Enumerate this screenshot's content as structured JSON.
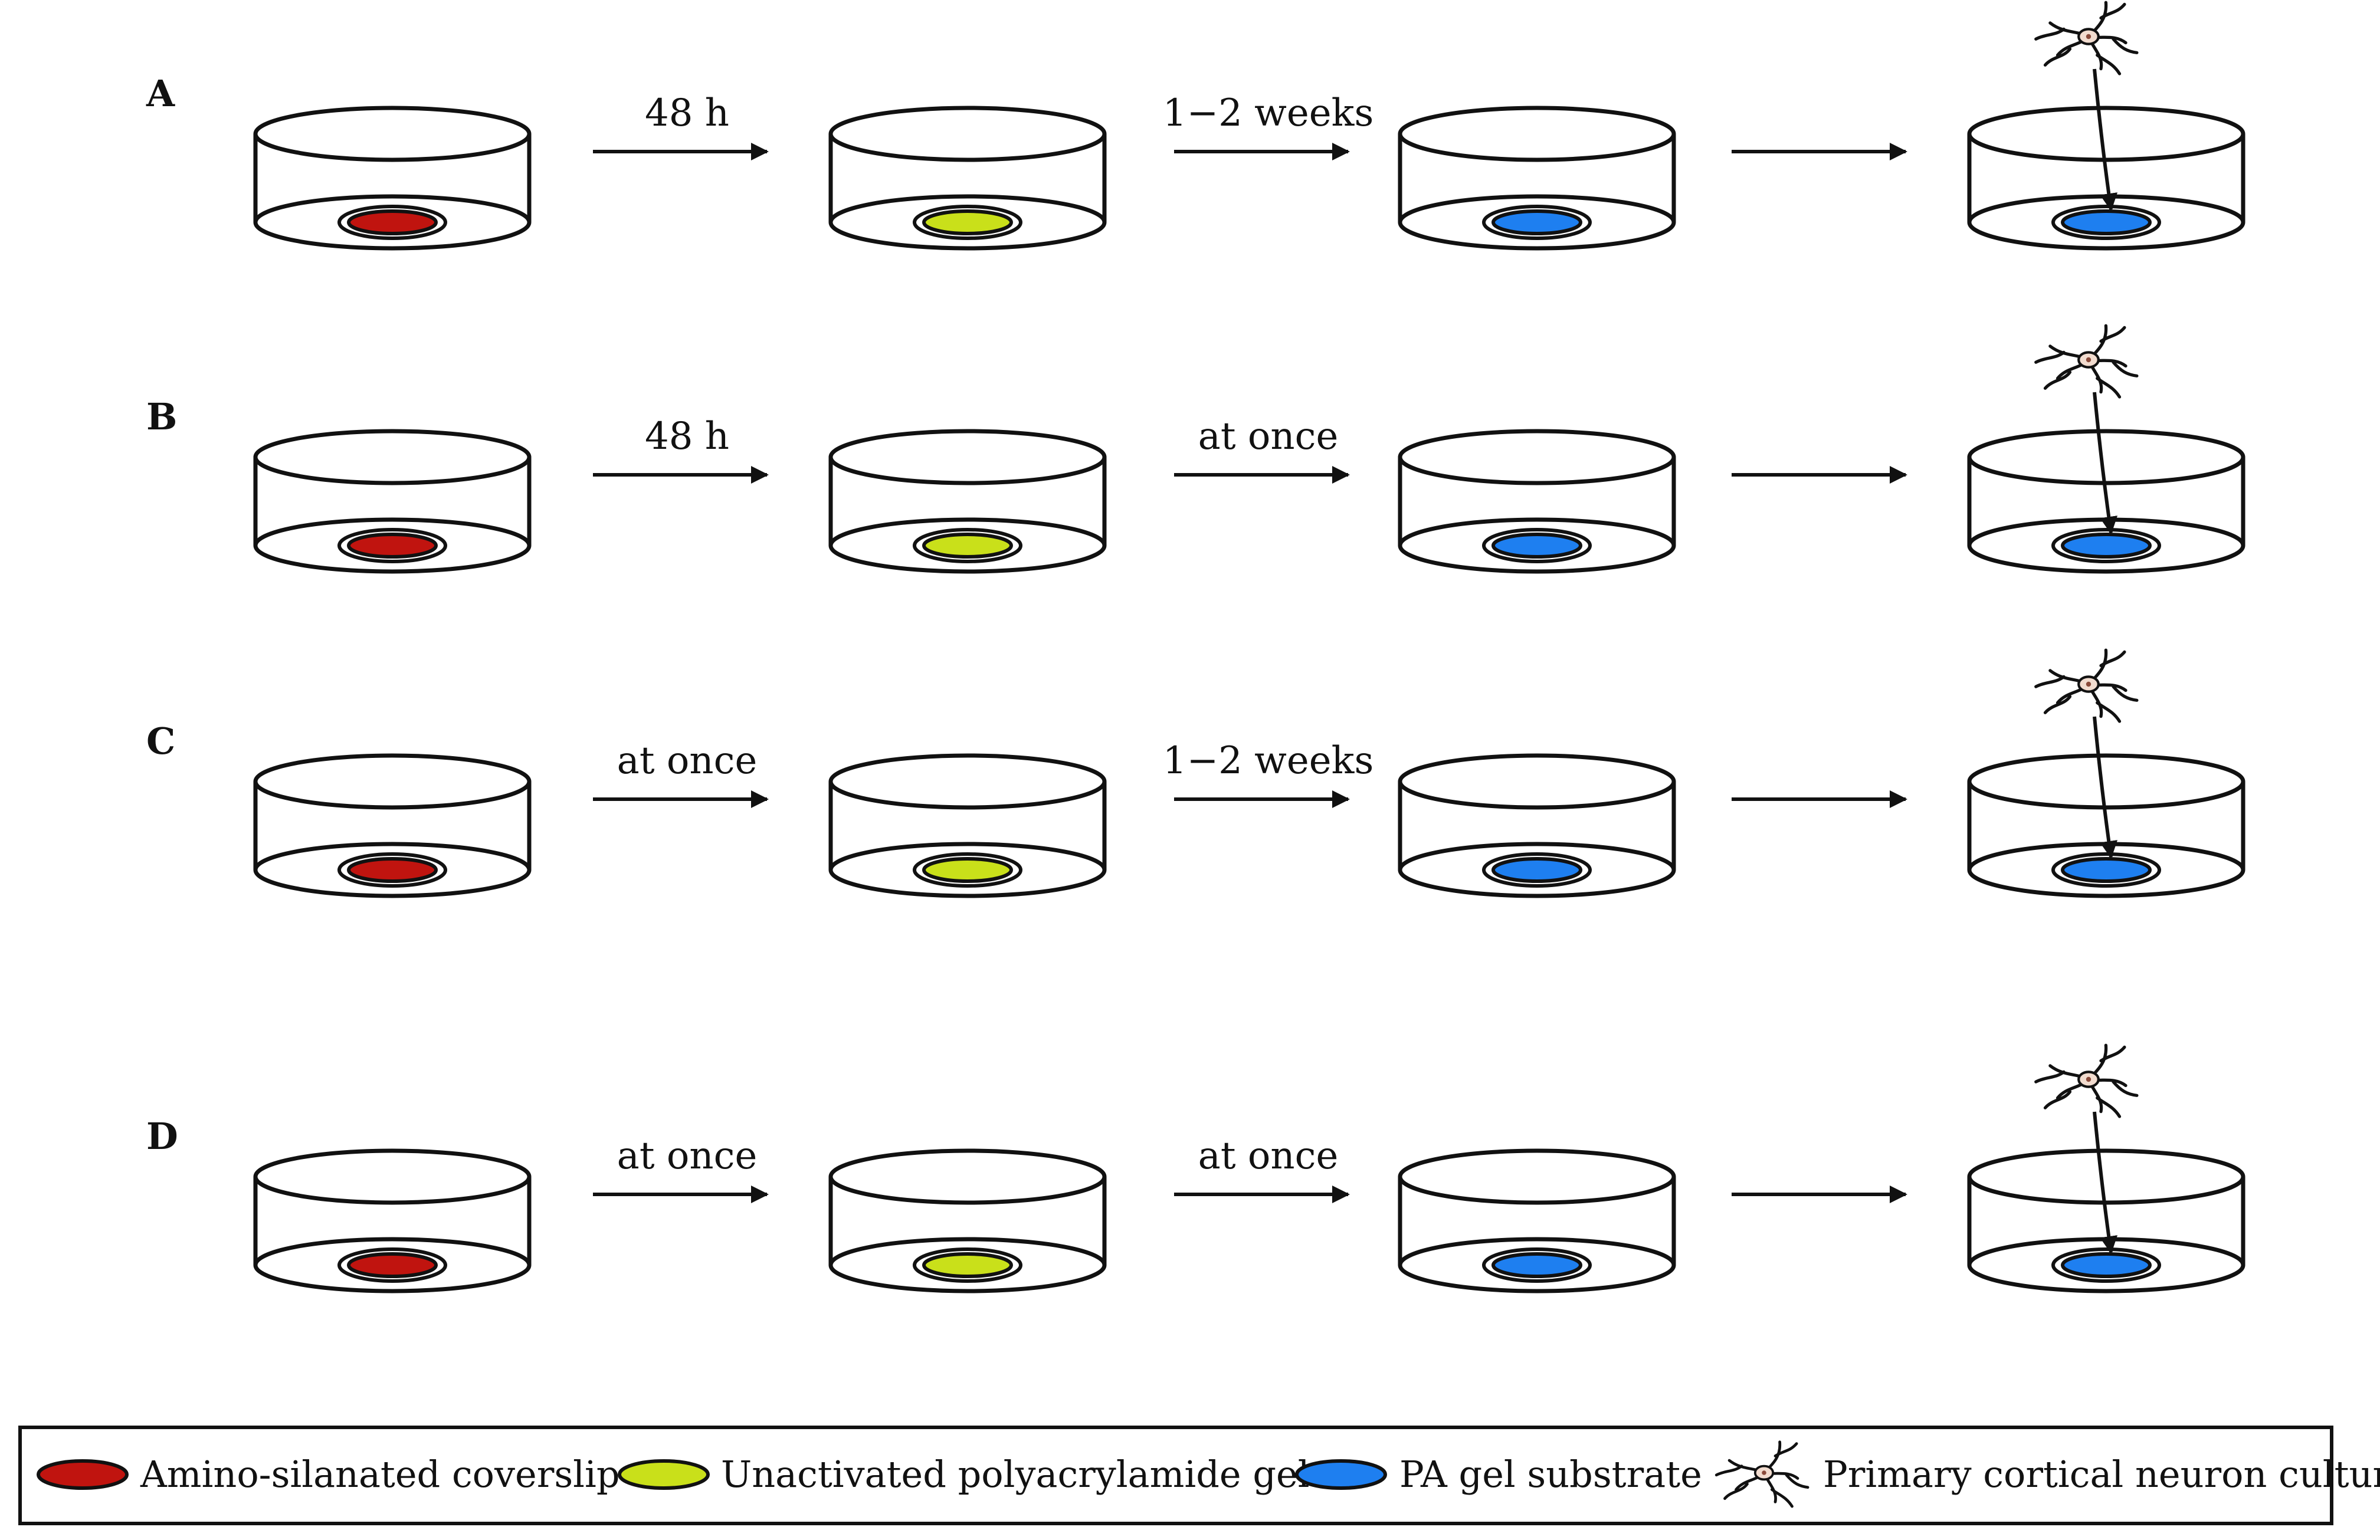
{
  "colors": {
    "coverslip": "#c0140f",
    "unactivated_gel": "#c9e01a",
    "pa_gel": "#1e7ff0",
    "outline": "#111111"
  },
  "rows": [
    {
      "label": "A",
      "steps": [
        "48 h",
        "1−2 weeks",
        ""
      ]
    },
    {
      "label": "B",
      "steps": [
        "48 h",
        "at once",
        ""
      ]
    },
    {
      "label": "C",
      "steps": [
        "at once",
        "1−2 weeks",
        ""
      ]
    },
    {
      "label": "D",
      "steps": [
        "at once",
        "at once",
        ""
      ]
    }
  ],
  "legend": {
    "items": [
      {
        "label": "Amino-silanated coverslip",
        "icon": "red-disc-icon"
      },
      {
        "label": "Unactivated polyacrylamide gel",
        "icon": "yellow-disc-icon"
      },
      {
        "label": "PA gel substrate",
        "icon": "blue-disc-icon"
      },
      {
        "label": "Primary cortical neuron culture",
        "icon": "neuron-icon"
      }
    ]
  }
}
